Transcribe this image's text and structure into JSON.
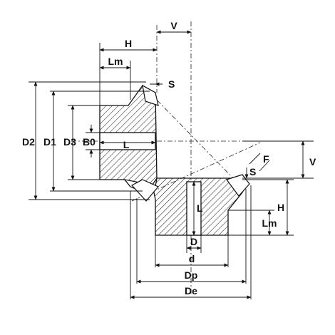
{
  "labels": {
    "V_top": "V",
    "H_top": "H",
    "Lm_top": "Lm",
    "S_top": "S",
    "D2": "D2",
    "D1": "D1",
    "D3": "D3",
    "B0": "B0",
    "L_left": "L",
    "F": "F",
    "V_right": "V",
    "S_right": "S",
    "L_bottom": "L",
    "H_right": "H",
    "Lm_right": "Lm",
    "D": "D",
    "d": "d",
    "Dp": "Dp",
    "De": "De"
  },
  "colors": {
    "line": "#111111",
    "background": "#ffffff"
  }
}
